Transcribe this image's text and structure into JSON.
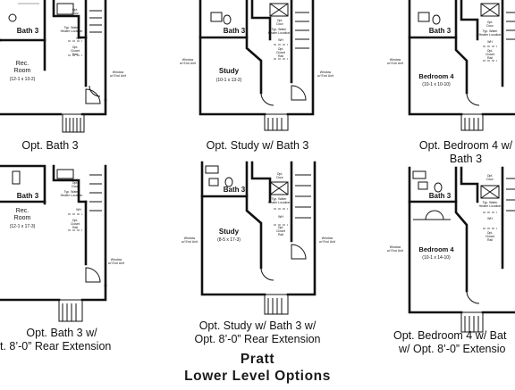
{
  "title": {
    "line1": "Pratt",
    "line2": "Lower Level Options"
  },
  "captions": {
    "p1": "Opt. Bath 3",
    "p2": "Opt. Study w/ Bath 3",
    "p3_l1": "Opt. Bedroom 4 w/",
    "p3_l2": "Bath 3",
    "p4_l1": "Opt. Bath 3 w/",
    "p4_l2": "t. 8’-0” Rear Extension",
    "p5_l1": "Opt. Study w/ Bath 3 w/",
    "p5_l2": "Opt. 8’-0” Rear Extension",
    "p6_l1": "Opt. Bedroom 4 w/ Bat",
    "p6_l2": "w/ Opt. 8’-0” Extensio"
  },
  "labels": {
    "bath3": "Bath 3",
    "rec_room": "Rec.",
    "rec_room2": "Room",
    "rec_dims": "(12-1 x 13-2)",
    "rec_dims_ext": "(12-1 x 17-3)",
    "study": "Study",
    "study_dims": "(10-1 x 13-2)",
    "study_dims_ext": "(8-5 x 17-3)",
    "bedroom4": "Bedroom 4",
    "bed_dims": "(10-1 x 10-10)",
    "bed_dims_ext": "(10-1 x 14-10)",
    "opt_door": "Opt.",
    "opt_door2": "Door",
    "water_heater1": "Typ. Water",
    "water_heater2": "Heater Location",
    "opt_closet1": "Opt.",
    "opt_closet2": "Closet",
    "opt_closet3": "Rail",
    "wh": "WH",
    "window1": "Window",
    "window2": "w/ End Unit"
  }
}
